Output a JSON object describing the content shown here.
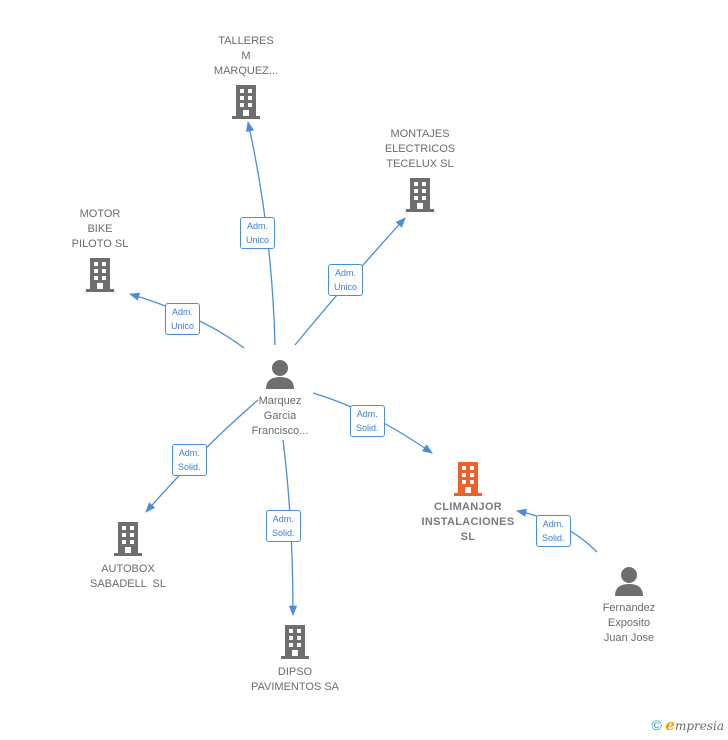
{
  "colors": {
    "edge": "#4a8ed8",
    "building": "#6e6e6e",
    "building_focus": "#f0602a",
    "person": "#6e6e6e"
  },
  "nodes": {
    "talleres": {
      "label": "TALLERES\nM\nMARQUEZ...",
      "icon": "building-icon"
    },
    "montajes": {
      "label": "MONTAJES\nELECTRICOS\nTECELUX SL",
      "icon": "building-icon"
    },
    "motor": {
      "label": "MOTOR\nBIKE\nPILOTO SL",
      "icon": "building-icon"
    },
    "marquez": {
      "label": "Marquez\nGarcia\nFrancisco...",
      "icon": "person-icon"
    },
    "climanjor": {
      "label": "CLIMANJOR\nINSTALACIONES\nSL",
      "icon": "building-icon",
      "focus": true
    },
    "autobox": {
      "label": "AUTOBOX\nSABADELL  SL",
      "icon": "building-icon"
    },
    "dipso": {
      "label": "DIPSO\nPAVIMENTOS SA",
      "icon": "building-icon"
    },
    "fernandez": {
      "label": "Fernandez\nExposito\nJuan Jose",
      "icon": "person-icon"
    }
  },
  "edges": {
    "talleres": {
      "label": "Adm.\nUnico"
    },
    "montajes": {
      "label": "Adm.\nUnico"
    },
    "motor": {
      "label": "Adm.\nUnico"
    },
    "climanjor": {
      "label": "Adm.\nSolid."
    },
    "autobox": {
      "label": "Adm.\nSolid."
    },
    "dipso": {
      "label": "Adm.\nSolid."
    },
    "fernandez": {
      "label": "Adm.\nSolid."
    }
  },
  "footer": {
    "symbol": "©",
    "brand_initial": "e",
    "brand_rest": "mpresia"
  }
}
